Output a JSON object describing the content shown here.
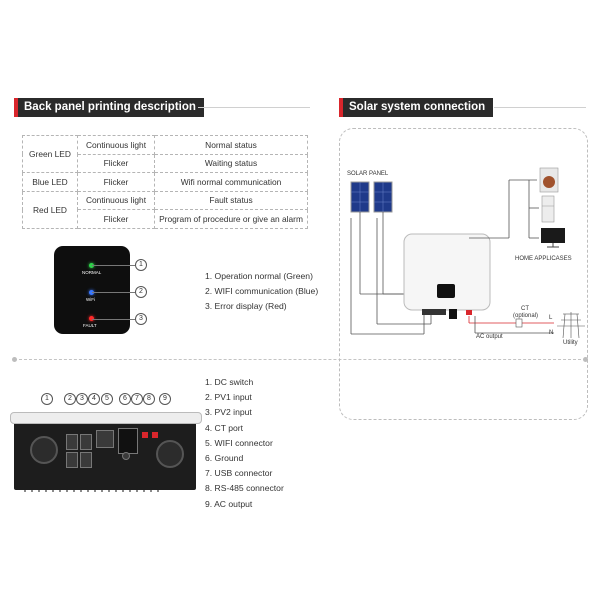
{
  "left_section": {
    "title": "Back panel printing description",
    "led_table": [
      {
        "led": "Green LED",
        "state": "Continuous light",
        "meaning": "Normal status"
      },
      {
        "led": "",
        "state": "Flicker",
        "meaning": "Waiting status"
      },
      {
        "led": "Blue LED",
        "state": "Flicker",
        "meaning": "Wifi normal communication"
      },
      {
        "led": "Red LED",
        "state": "Continuous light",
        "meaning": "Fault status"
      },
      {
        "led": "",
        "state": "Flicker",
        "meaning": "Program of procedure or give an alarm"
      }
    ],
    "panel_labels": [
      "NORMAL",
      "WiFi",
      "FAULT"
    ],
    "panel_callouts": [
      "1",
      "2",
      "3"
    ],
    "indicator_list": [
      "1.  Operation normal (Green)",
      "2.  WIFI communication (Blue)",
      "3.  Error display (Red)"
    ],
    "port_callouts": [
      "1",
      "2",
      "3",
      "4",
      "5",
      "6",
      "7",
      "8",
      "9"
    ],
    "port_list": [
      "1.  DC switch",
      "2.  PV1 input",
      "3.  PV2 input",
      "4.  CT port",
      "5.  WIFI connector",
      "6.  Ground",
      "7.  USB connector",
      "8.  RS-485 connector",
      "9.  AC  output"
    ]
  },
  "right_section": {
    "title": "Solar system connection",
    "solar_panel_label": "SOLAR PANEL",
    "home_label": "HOME APPLICASES",
    "ct_label": "CT",
    "ct_optional": "(optional)",
    "ac_output_label": "AC output",
    "line_l": "L",
    "line_n": "N",
    "utility_label": "Utility"
  },
  "colors": {
    "accent_red": "#d9262c",
    "header_dark": "#2b2b2b",
    "led_green": "#2fd24a",
    "led_blue": "#3a78ff",
    "led_red": "#ff2a2a"
  }
}
